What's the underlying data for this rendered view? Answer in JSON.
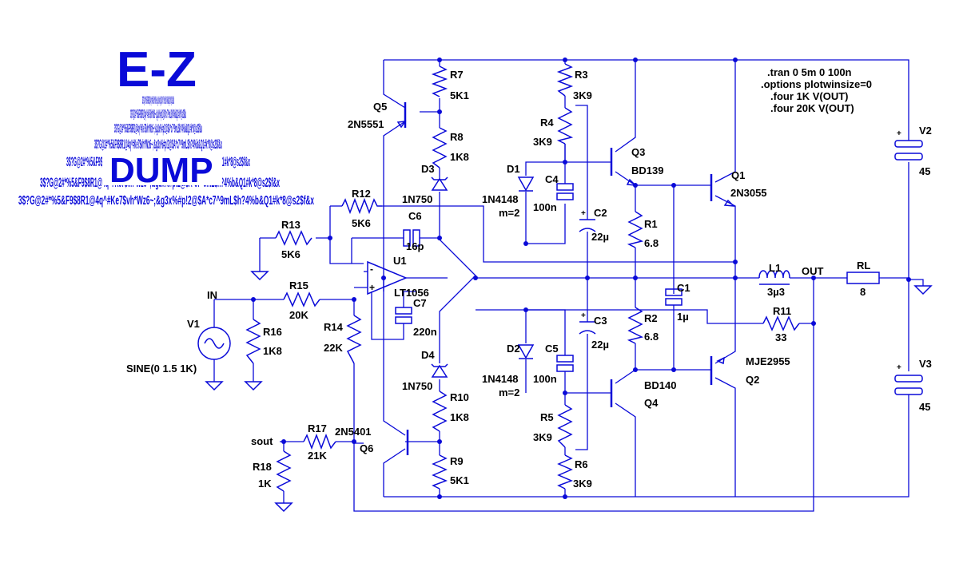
{
  "logo": {
    "title_top": "E-Z",
    "title_main": "DUMP",
    "glyph_field": "3$?G@2#*%5&F9$8R1@4q^#Ke7$vh*Wz6~;&g3x%#p!2@$A*c7^9mL$h?4%b&Q1#k*8@s2$f&x"
  },
  "directives": [
    ".tran 0 5m 0 100n",
    ".options plotwinsize=0",
    ".four 1K V(OUT)",
    ".four 20K V(OUT)"
  ],
  "labels": {
    "r7": "R7",
    "r7v": "5K1",
    "q5": "Q5",
    "q5v": "2N5551",
    "r8": "R8",
    "r8v": "1K8",
    "d3": "D3",
    "d3v": "1N750",
    "r3": "R3",
    "r3v": "3K9",
    "r4": "R4",
    "r4v": "3K9",
    "d1": "D1",
    "d1v": "1N4148",
    "d1m": "m=2",
    "c4": "C4",
    "c4v": "100n",
    "c2": "C2",
    "c2v": "22µ",
    "q3": "Q3",
    "q3v": "BD139",
    "q1": "Q1",
    "q1v": "2N3055",
    "r1": "R1",
    "r1v": "6.8",
    "v2": "V2",
    "v2v": "45",
    "r12": "R12",
    "r12v": "5K6",
    "c6": "C6",
    "c6v": "16p",
    "r13": "R13",
    "r13v": "5K6",
    "u1": "U1",
    "u1v": "LT1056",
    "c7": "C7",
    "c7v": "220n",
    "in": "IN",
    "r15": "R15",
    "r15v": "20K",
    "v1": "V1",
    "v1v": "SINE(0 1.5 1K)",
    "r16": "R16",
    "r16v": "1K8",
    "r14": "R14",
    "r14v": "22K",
    "l1": "L1",
    "l1v": "3µ3",
    "out": "OUT",
    "rl": "RL",
    "rlv": "8",
    "c1": "C1",
    "c1v": "1µ",
    "r11": "R11",
    "r11v": "33",
    "r2": "R2",
    "r2v": "6.8",
    "c3": "C3",
    "c3v": "22µ",
    "d2": "D2",
    "d2v": "1N4148",
    "d2m": "m=2",
    "c5": "C5",
    "c5v": "100n",
    "d4": "D4",
    "d4v": "1N750",
    "mje": "MJE2955",
    "q2": "Q2",
    "bd140": "BD140",
    "q4": "Q4",
    "v3": "V3",
    "v3v": "45",
    "r10": "R10",
    "r10v": "1K8",
    "r5": "R5",
    "r5v": "3K9",
    "r6": "R6",
    "r6v": "3K9",
    "r9": "R9",
    "r9v": "5K1",
    "q6v": "2N5401",
    "q6": "Q6",
    "sout": "sout",
    "r17": "R17",
    "r17v": "21K",
    "r18": "R18",
    "r18v": "1K"
  },
  "colors": {
    "wire": "#0a0ad8",
    "text": "#000000",
    "logo": "#0a0ad8",
    "background": "#ffffff"
  }
}
